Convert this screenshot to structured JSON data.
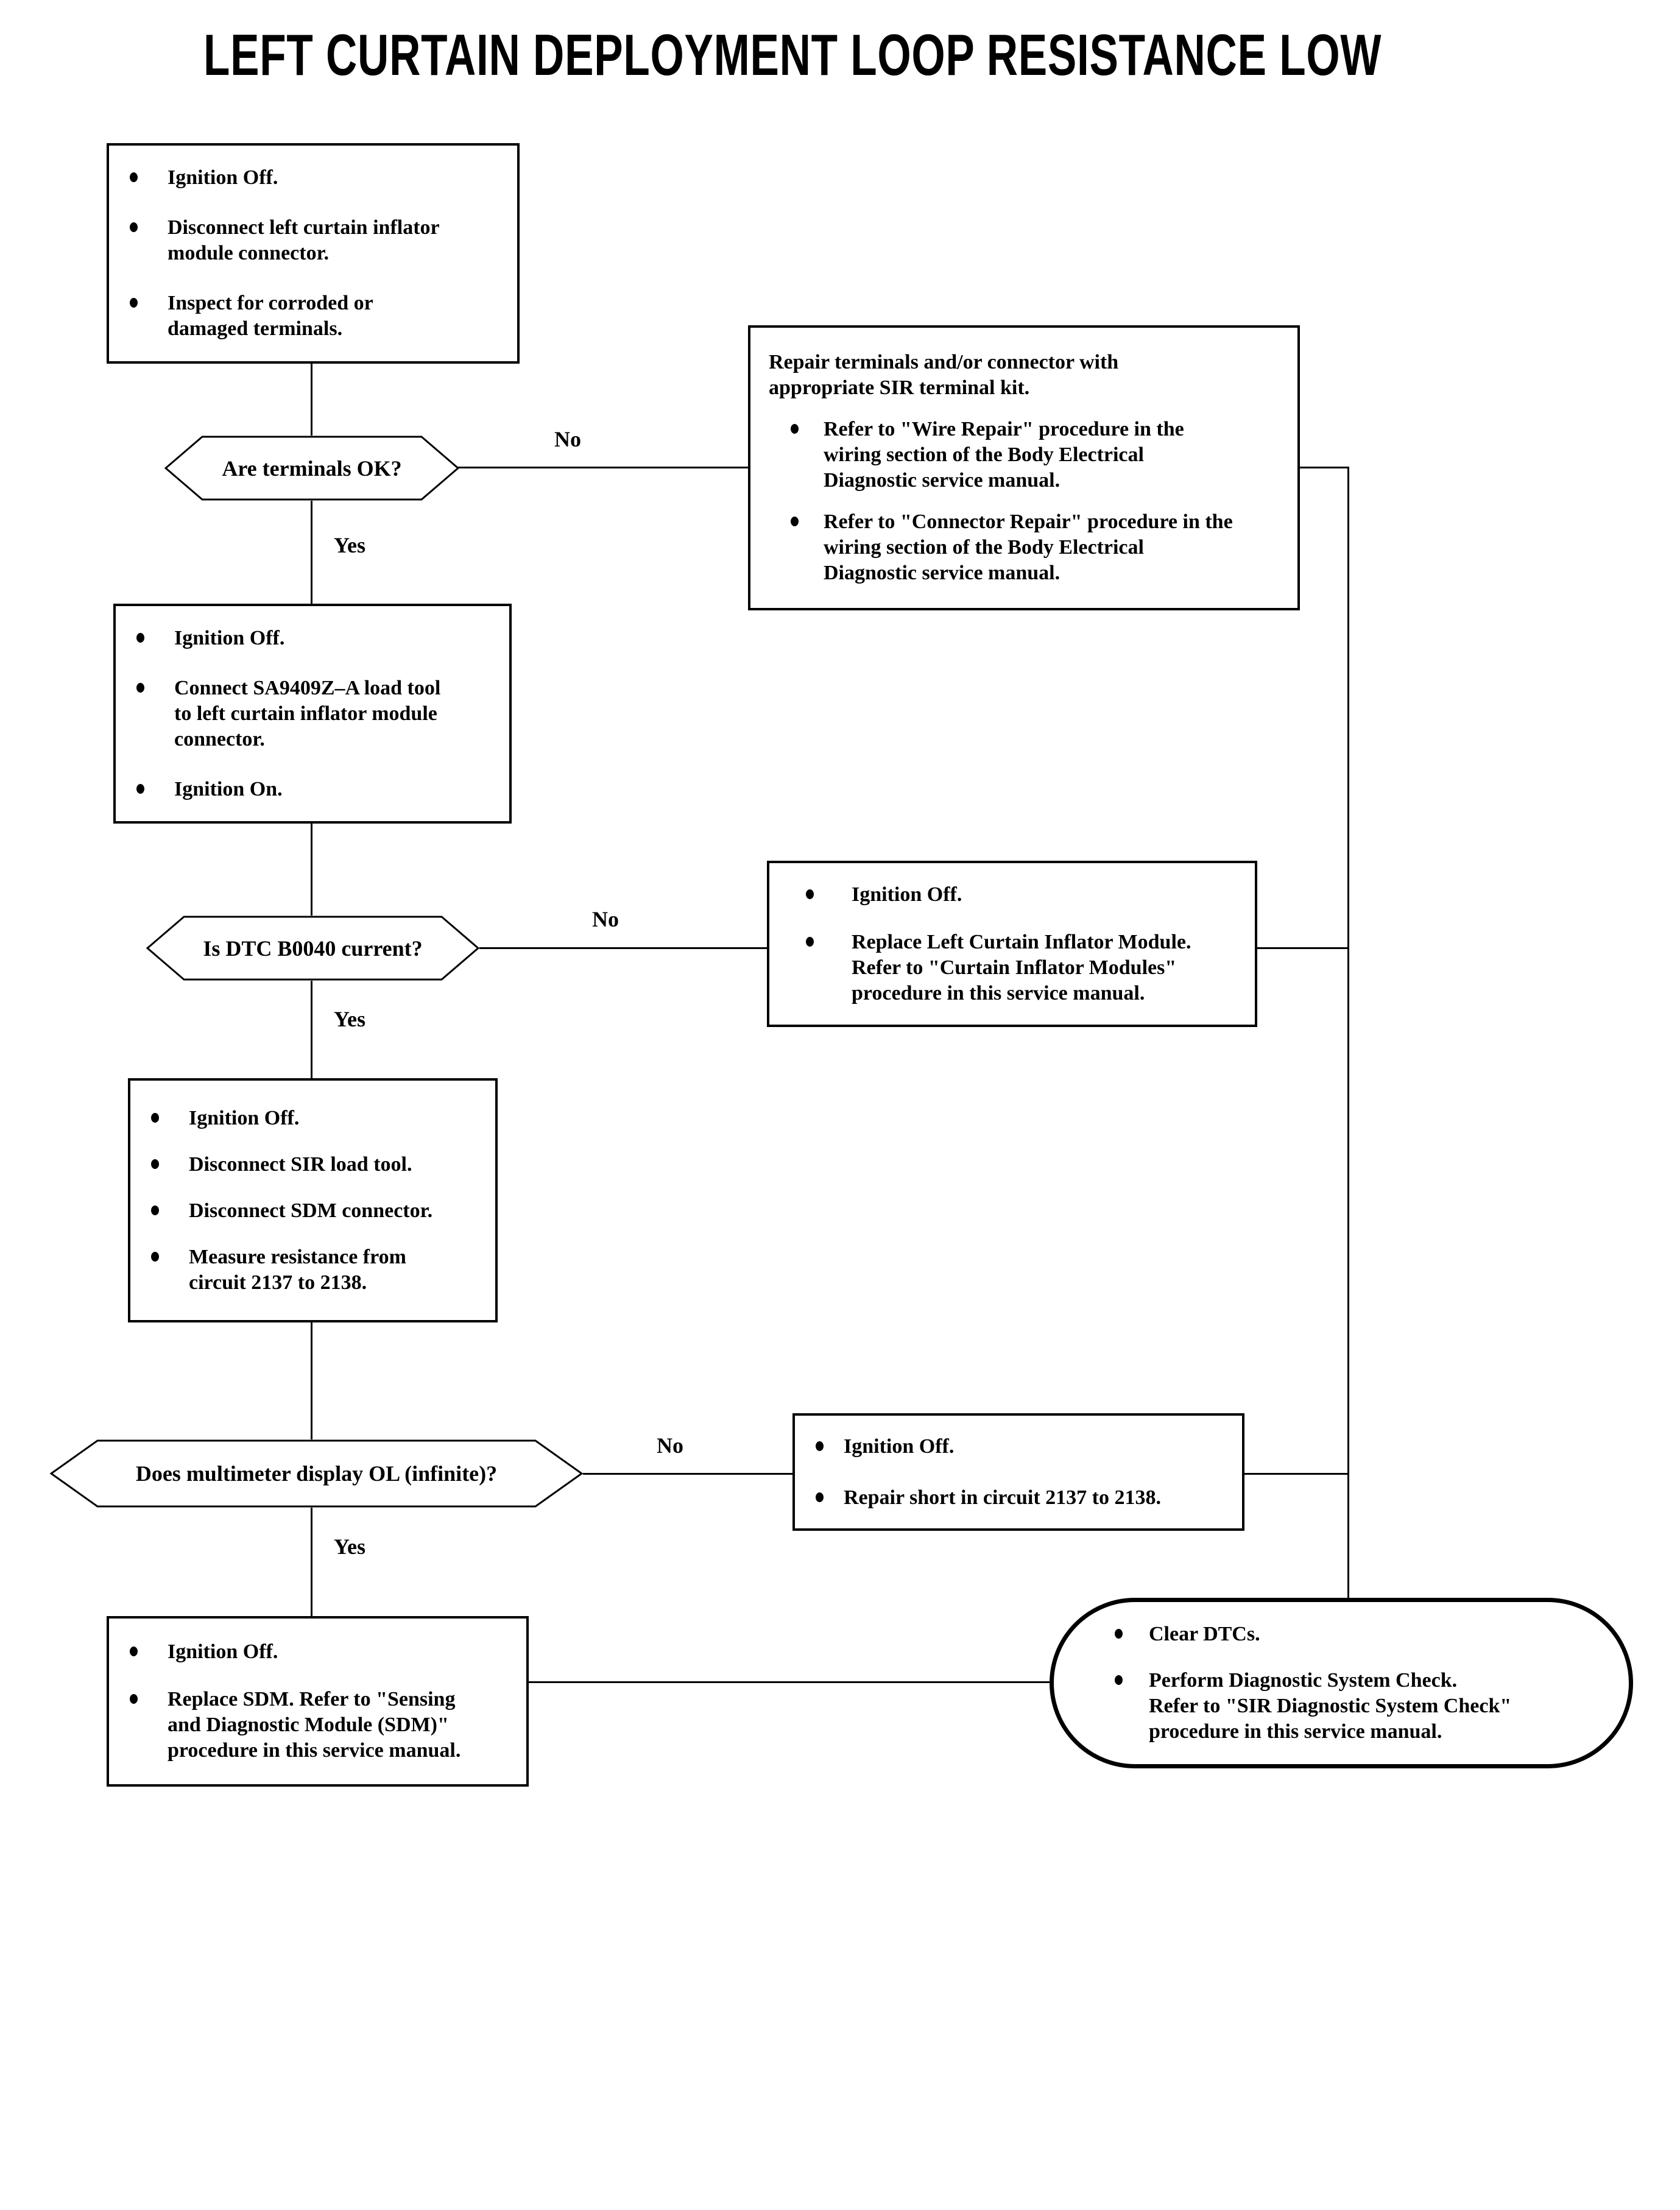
{
  "title": "LEFT CURTAIN DEPLOYMENT LOOP RESISTANCE LOW",
  "labels": {
    "yes": "Yes",
    "no": "No"
  },
  "nodes": {
    "start": {
      "bullets": [
        [
          "Ignition Off."
        ],
        [
          "Disconnect left curtain inflator",
          "module connector."
        ],
        [
          "Inspect for corroded or",
          "damaged terminals."
        ]
      ]
    },
    "terminals_ok": {
      "question": "Are terminals OK?"
    },
    "repair_terminals": {
      "intro": [
        "Repair terminals and/or connector with",
        "appropriate SIR terminal kit."
      ],
      "bullets": [
        [
          "Refer to \"Wire Repair\" procedure in the",
          "wiring section of the Body Electrical",
          "Diagnostic service manual."
        ],
        [
          "Refer to \"Connector Repair\" procedure in the",
          "wiring section of the Body Electrical",
          "Diagnostic service manual."
        ]
      ]
    },
    "connect_load_tool": {
      "bullets": [
        [
          "Ignition Off."
        ],
        [
          "Connect SA9409Z–A load tool",
          "to left curtain inflator module",
          "connector."
        ],
        [
          "Ignition On."
        ]
      ]
    },
    "dtc_current": {
      "question": "Is DTC B0040 current?"
    },
    "replace_inflator": {
      "bullets": [
        [
          "Ignition Off."
        ],
        [
          "Replace Left Curtain Inflator Module.",
          "Refer to \"Curtain Inflator Modules\"",
          "procedure in this service manual."
        ]
      ]
    },
    "measure_resistance": {
      "bullets": [
        [
          "Ignition Off."
        ],
        [
          "Disconnect SIR load tool."
        ],
        [
          "Disconnect SDM connector."
        ],
        [
          "Measure resistance from",
          "circuit 2137 to 2138."
        ]
      ]
    },
    "multimeter_ol": {
      "question": "Does multimeter display OL (infinite)?"
    },
    "repair_short": {
      "bullets": [
        [
          "Ignition Off."
        ],
        [
          "Repair short in circuit 2137 to 2138."
        ]
      ]
    },
    "replace_sdm": {
      "bullets": [
        [
          "Ignition Off."
        ],
        [
          "Replace SDM.  Refer to \"Sensing",
          "and Diagnostic Module (SDM)\"",
          "procedure in this service manual."
        ]
      ]
    },
    "clear_dtcs": {
      "bullets": [
        [
          "Clear DTCs."
        ],
        [
          "Perform Diagnostic System Check.",
          "Refer to \"SIR Diagnostic System Check\"",
          "procedure in this service manual."
        ]
      ]
    }
  }
}
